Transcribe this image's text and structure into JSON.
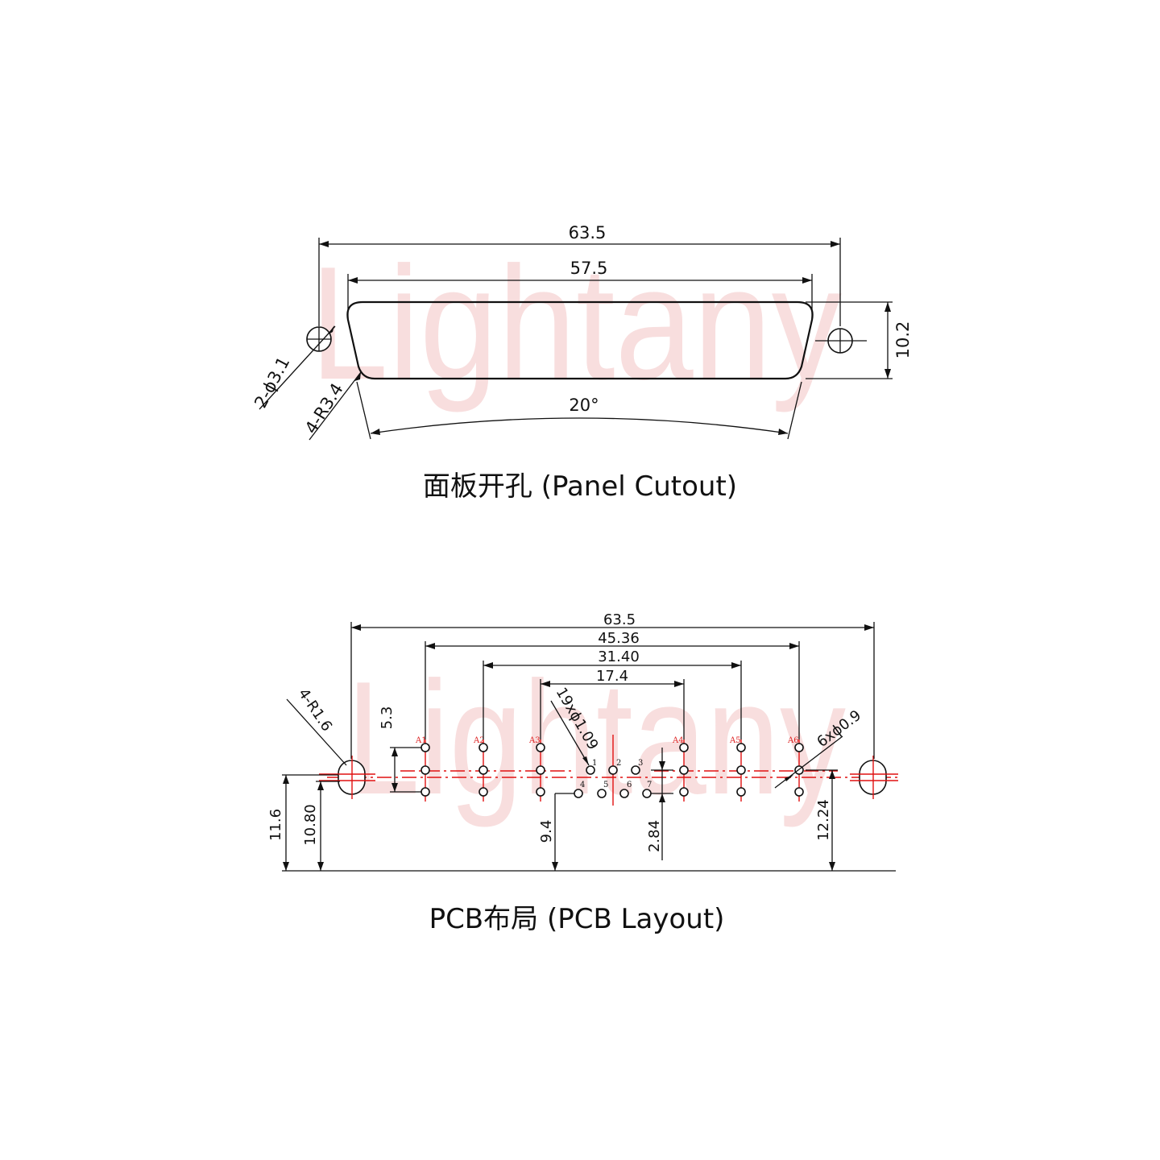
{
  "watermark": "Lightany",
  "panel": {
    "caption": "面板开孔 (Panel Cutout)",
    "dims": {
      "overall_width": "63.5",
      "cutout_width": "57.5",
      "height": "10.2",
      "holes": "2-ϕ3.1",
      "radius": "4-R3.4",
      "angle": "20°"
    }
  },
  "pcb": {
    "caption": "PCB布局 (PCB Layout)",
    "dims": {
      "overall_width": "63.5",
      "a_pitch_outer": "45.36",
      "a_pitch_mid": "31.40",
      "a_pitch_inner": "17.4",
      "signal_holes": "19xϕ1.09",
      "power_holes": "6xϕ0.9",
      "radius": "4-R1.6",
      "row_spacing": "5.3",
      "height_11_6": "11.6",
      "height_10_80": "10.80",
      "offset_9_4": "9.4",
      "offset_2_84": "2.84",
      "offset_12_24": "12.24"
    },
    "power_pins": [
      "A1",
      "A2",
      "A3",
      "A4",
      "A5",
      "A6"
    ],
    "signal_pins": [
      "1",
      "2",
      "3",
      "4",
      "5",
      "6",
      "7"
    ]
  },
  "colors": {
    "line": "#111111",
    "centerline": "#e01010",
    "watermark": "#f3c4c4"
  }
}
